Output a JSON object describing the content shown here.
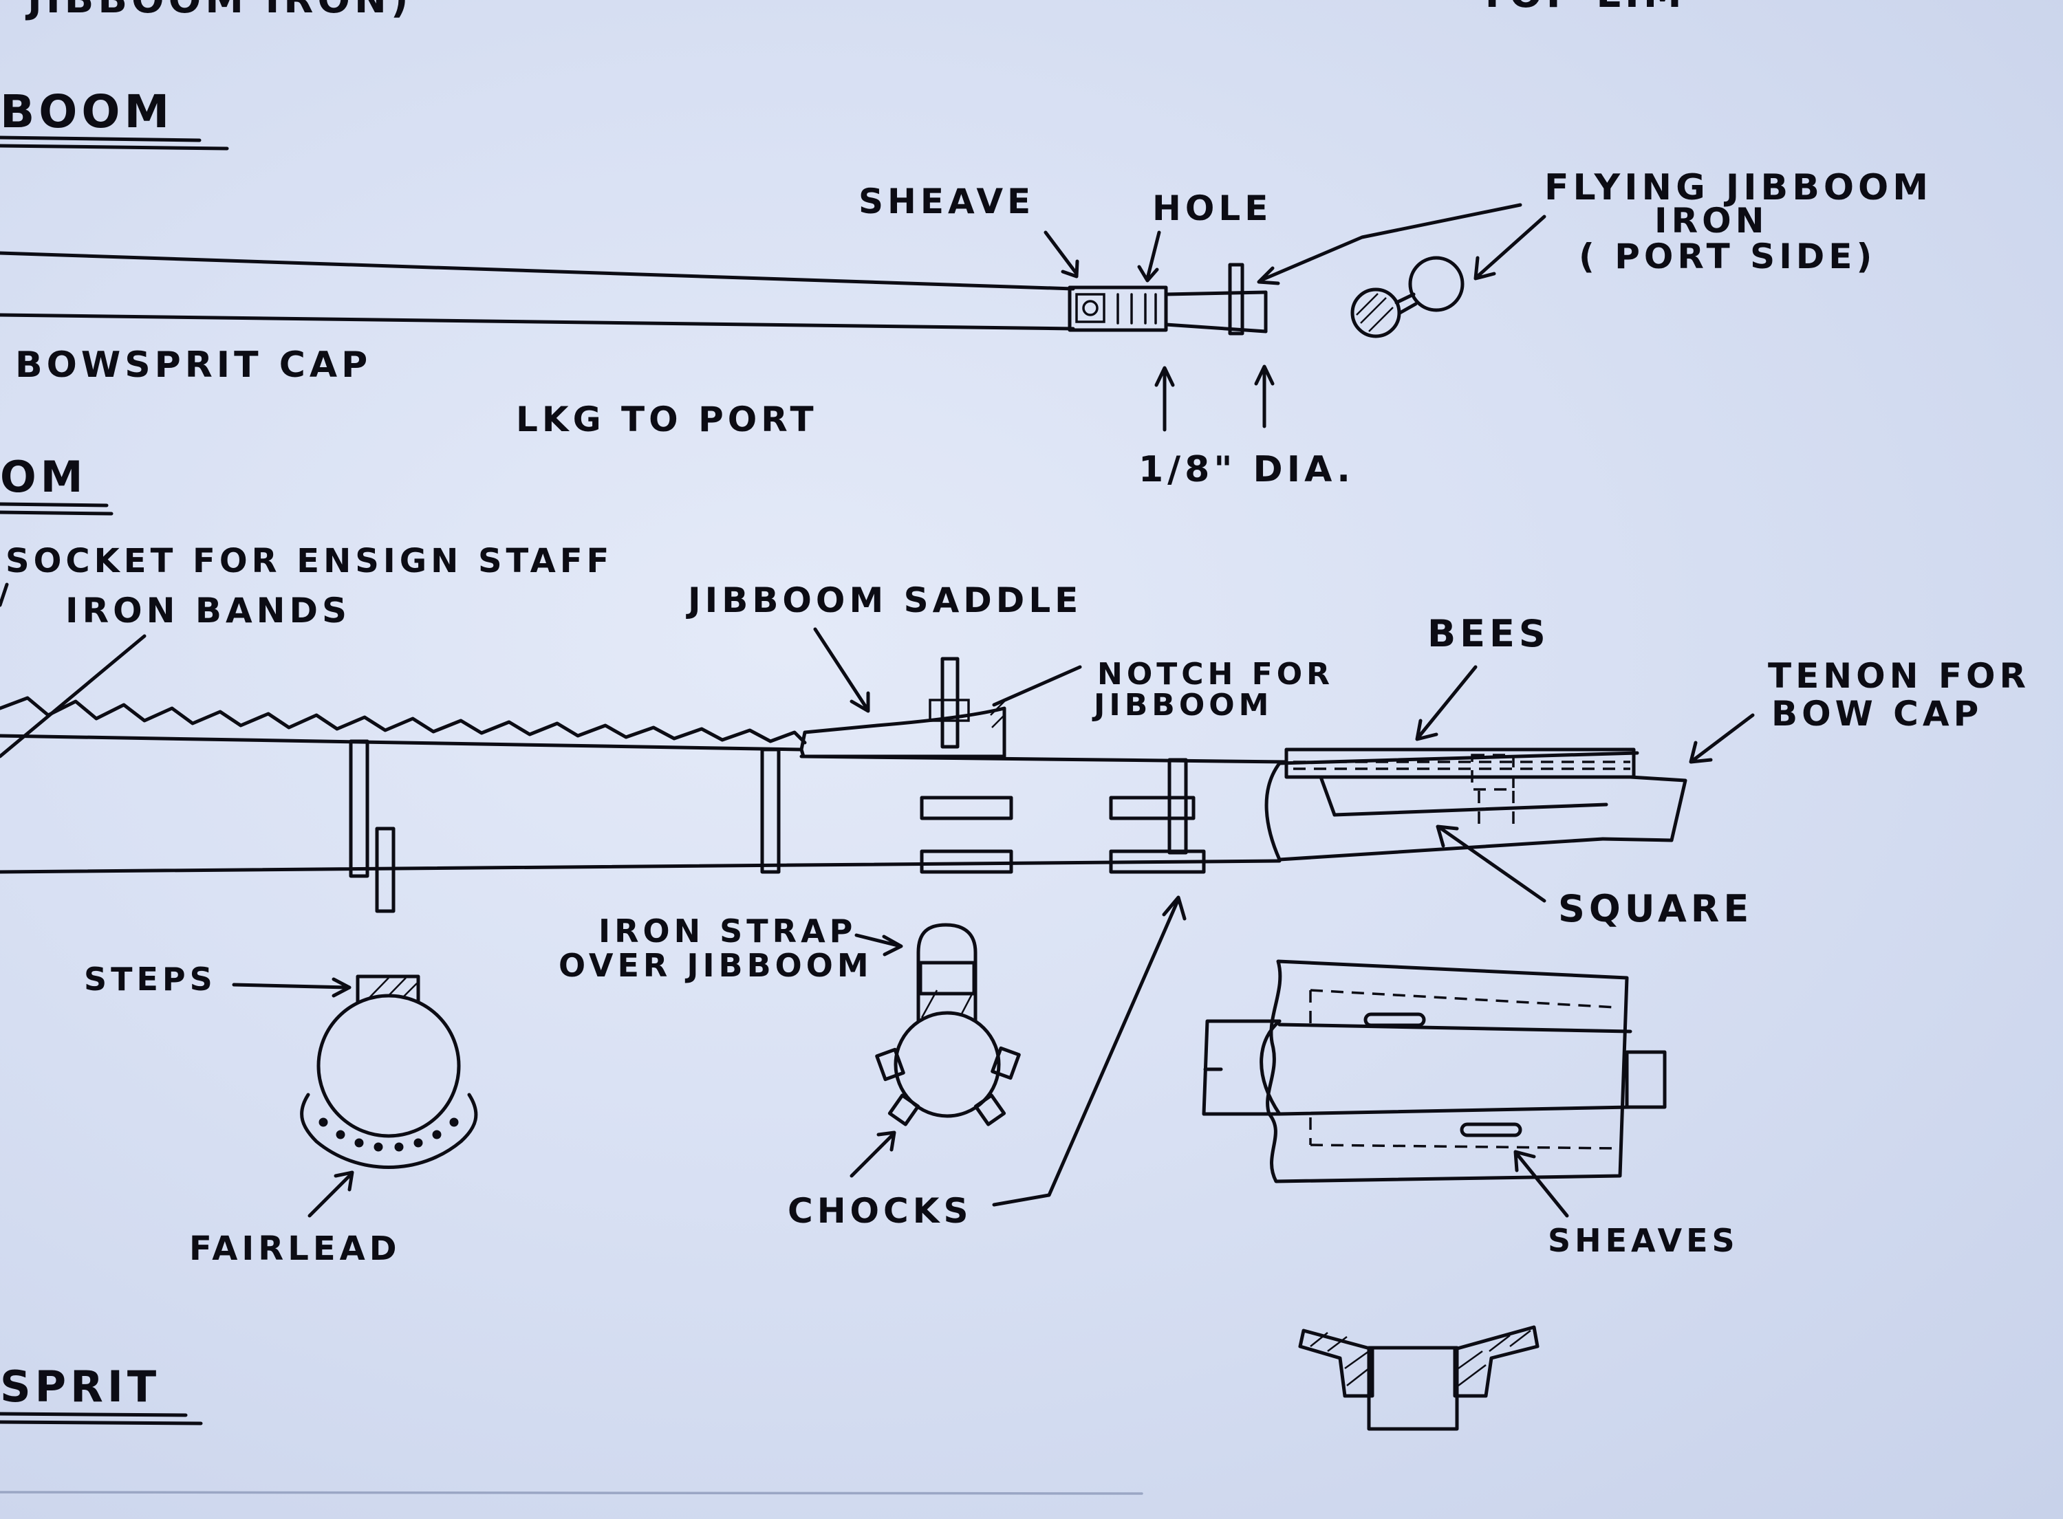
{
  "section_titles": {
    "top_partial": "JIBBOOM IRON)",
    "top_right_partial": "TOP LIM",
    "flying_jibboom": "BOOM",
    "jibboom": "OM",
    "bowsprit": "SPRIT"
  },
  "labels": {
    "sheave": "SHEAVE",
    "hole": "HOLE",
    "flying_jibboom_iron_1": "FLYING JIBBOOM",
    "flying_jibboom_iron_2": "IRON",
    "flying_jibboom_iron_3": "( PORT SIDE)",
    "bowsprit_cap": "BOWSPRIT CAP",
    "lkg_to_port": "LKG TO PORT",
    "dia": "1/8\" DIA.",
    "socket": "SOCKET FOR ENSIGN STAFF",
    "iron_bands": "IRON BANDS",
    "jibboom_saddle": "JIBBOOM SADDLE",
    "notch_1": "NOTCH FOR",
    "notch_2": "JIBBOOM",
    "bees": "BEES",
    "tenon_1": "TENON FOR",
    "tenon_2": "BOW CAP",
    "square": "SQUARE",
    "steps": "STEPS",
    "iron_strap_1": "IRON STRAP",
    "iron_strap_2": "OVER JIBBOOM",
    "fairlead": "FAIRLEAD",
    "chocks": "CHOCKS",
    "sheaves": "SHEAVES"
  },
  "colors": {
    "screen_background": "#d5ddf0",
    "ink": "#0c0c14"
  }
}
